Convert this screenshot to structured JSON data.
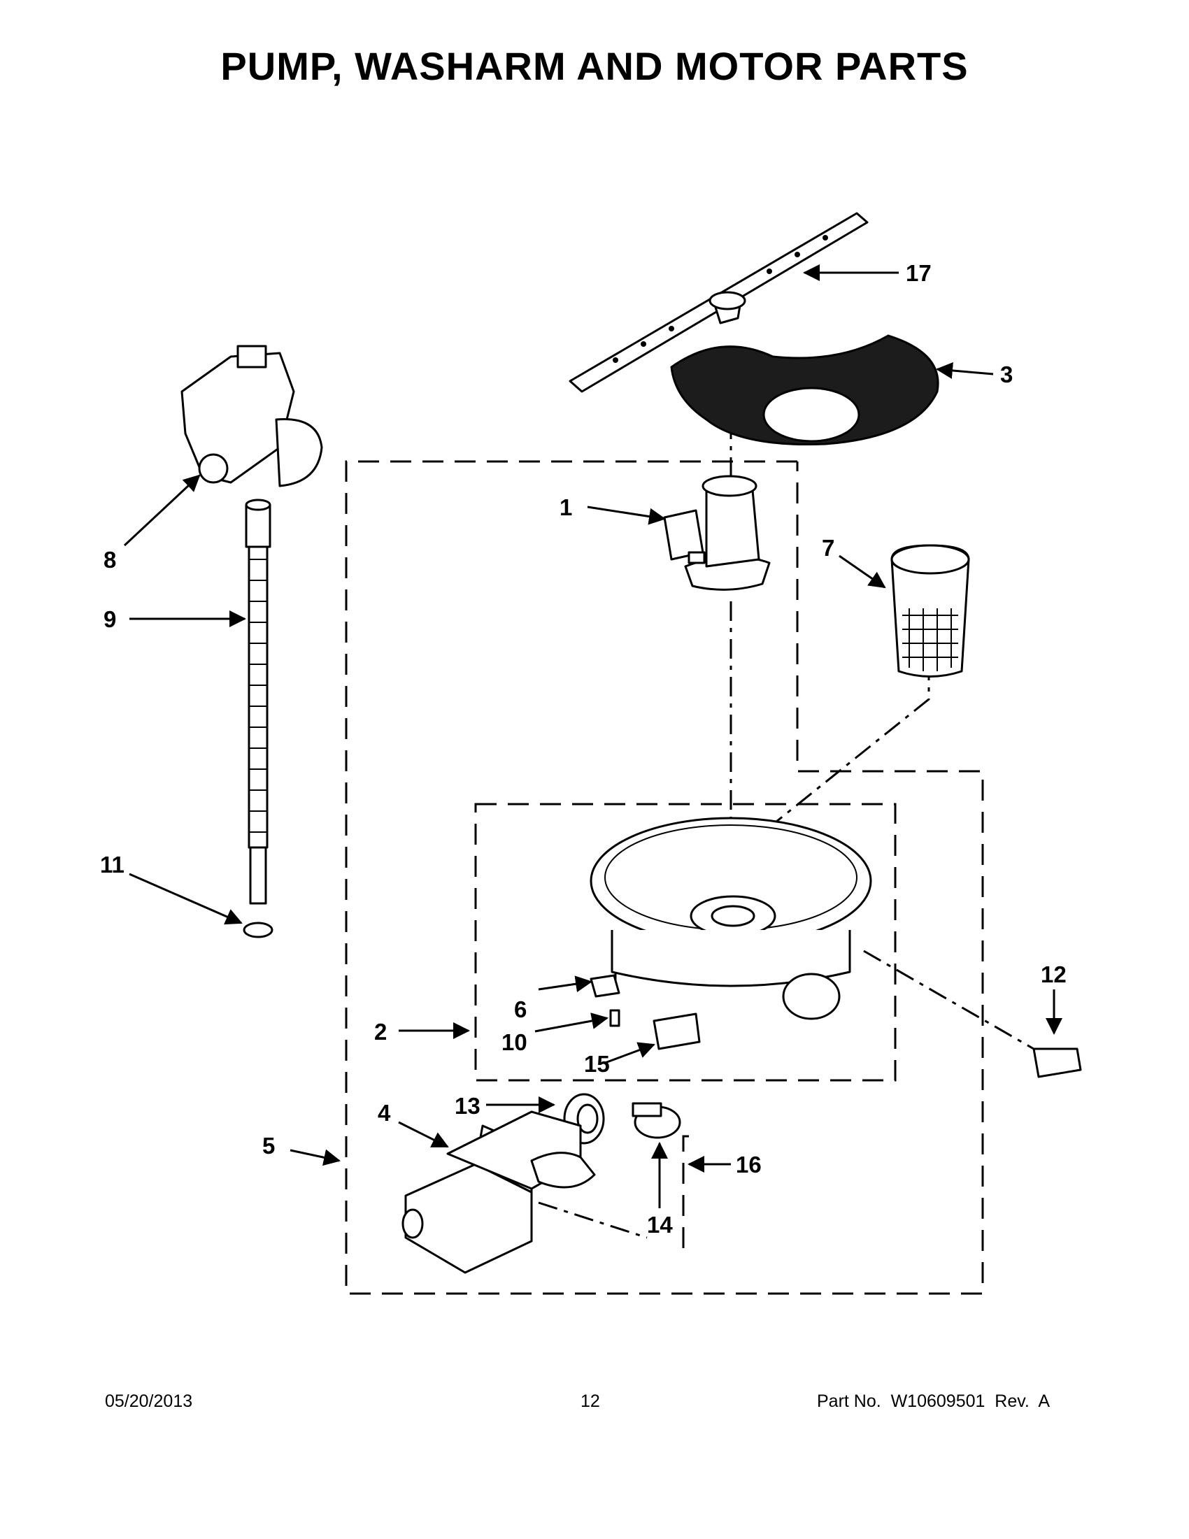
{
  "title": "PUMP, WASHARM AND MOTOR PARTS",
  "callouts": {
    "c1": "1",
    "c2": "2",
    "c3": "3",
    "c4": "4",
    "c5": "5",
    "c6": "6",
    "c7": "7",
    "c8": "8",
    "c9": "9",
    "c10": "10",
    "c11": "11",
    "c12": "12",
    "c13": "13",
    "c14": "14",
    "c15": "15",
    "c16": "16",
    "c17": "17"
  },
  "footer": {
    "date": "05/20/2013",
    "page": "12",
    "part_number": "Part No.  W10609501  Rev.  A"
  }
}
